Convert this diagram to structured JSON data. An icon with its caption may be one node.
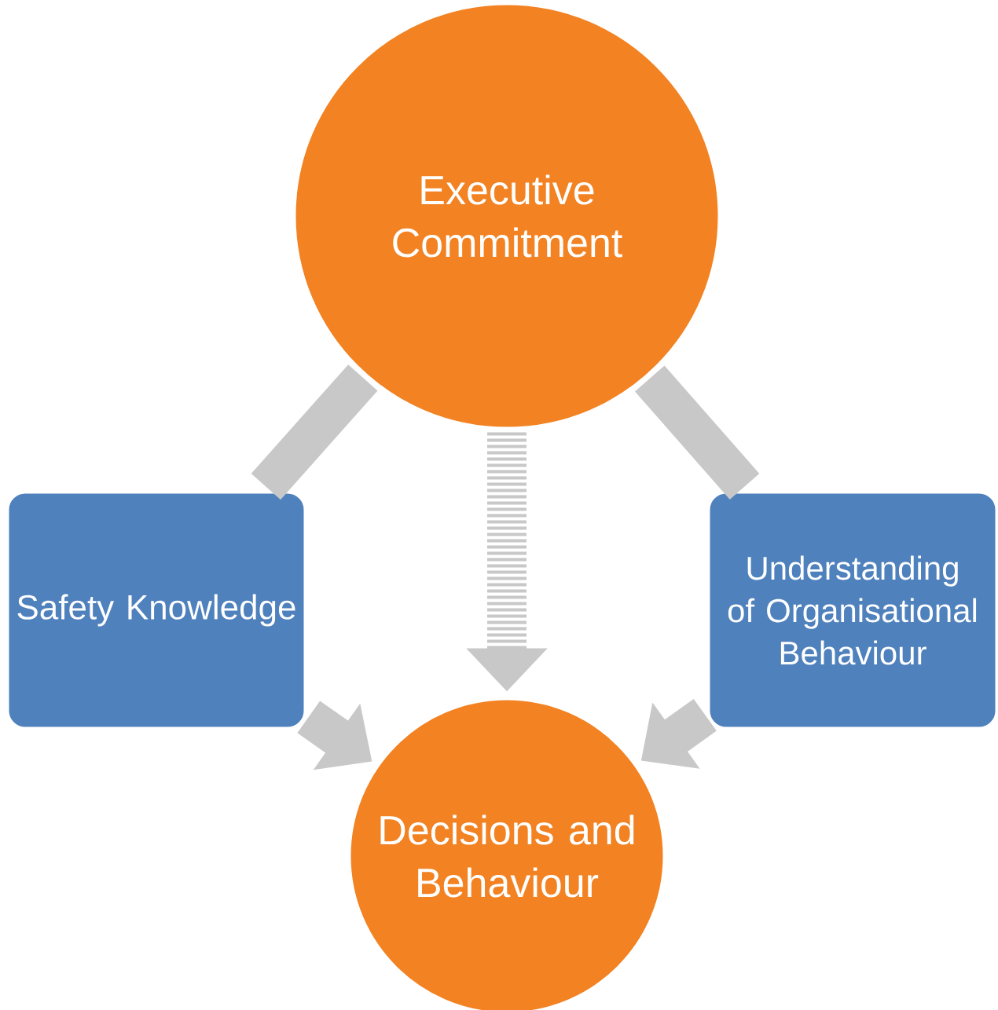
{
  "diagram": {
    "nodes": [
      {
        "text": [
          "Executive Commitment"
        ]
      },
      {
        "text": [
          "Safety Knowledge"
        ]
      },
      {
        "text": [
          "Understanding of Organisational Behaviour"
        ]
      },
      {
        "text": [
          "Decisions and Behaviour"
        ]
      }
    ],
    "edges": [
      {
        "from": 0,
        "to": 1,
        "arrow": "none"
      },
      {
        "from": 1,
        "to": 3,
        "arrow": "to"
      },
      {
        "from": 0,
        "to": 3,
        "arrow": "to",
        "style": "dashed"
      },
      {
        "from": 0,
        "to": 2,
        "arrow": "none"
      },
      {
        "from": 2,
        "to": 3,
        "arrow": "to"
      }
    ]
  }
}
